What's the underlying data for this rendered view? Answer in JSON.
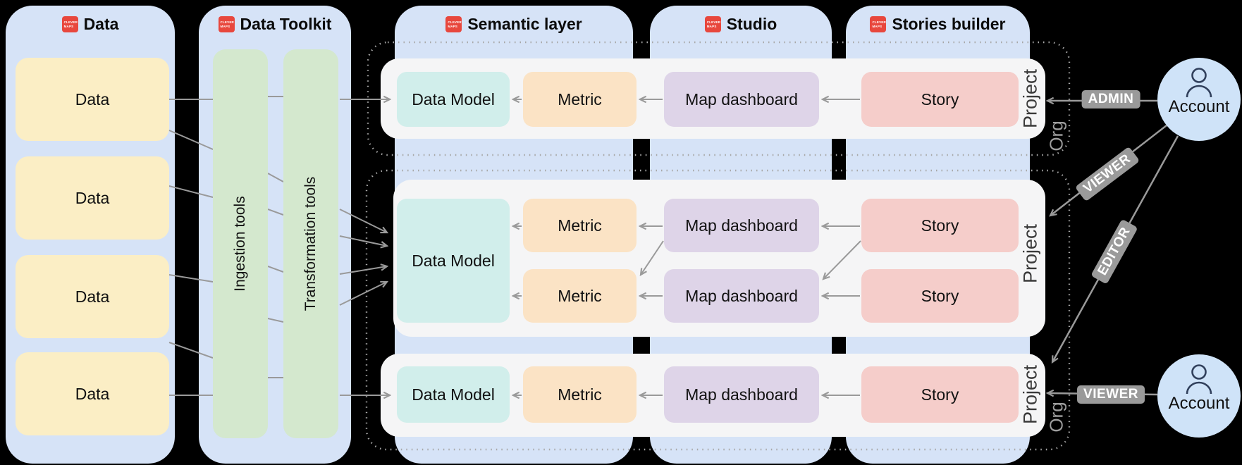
{
  "logo": {
    "line1": "CLEVER",
    "line2": "MAPS"
  },
  "headers": {
    "data": "Data",
    "toolkit": "Data Toolkit",
    "semantic": "Semantic layer",
    "studio": "Studio",
    "stories": "Stories builder"
  },
  "sources": [
    "Data",
    "Data",
    "Data",
    "Data"
  ],
  "toolkit_tools": {
    "ingestion": "Ingestion tools",
    "transformation": "Transformation tools"
  },
  "projects": [
    {
      "label": "Project",
      "data_model": "Data Model",
      "metrics": [
        "Metric"
      ],
      "dashboards": [
        "Map dashboard"
      ],
      "stories": [
        "Story"
      ]
    },
    {
      "label": "Project",
      "data_model": "Data Model",
      "metrics": [
        "Metric",
        "Metric"
      ],
      "dashboards": [
        "Map dashboard",
        "Map dashboard"
      ],
      "stories": [
        "Story",
        "Story"
      ]
    },
    {
      "label": "Project",
      "data_model": "Data Model",
      "metrics": [
        "Metric"
      ],
      "dashboards": [
        "Map dashboard"
      ],
      "stories": [
        "Story"
      ]
    }
  ],
  "orgs": [
    "Org",
    "Org"
  ],
  "accounts": [
    "Account",
    "Account"
  ],
  "roles": {
    "admin": "ADMIN",
    "viewer_middle": "VIEWER",
    "editor": "EDITOR",
    "viewer_bottom": "VIEWER"
  },
  "colors": {
    "column_blue": "#d6e3f7",
    "source_yellow": "#fbeec5",
    "tool_green": "#d4e8ce",
    "model_teal": "#d1eeeb",
    "metric_orange": "#fbe3c5",
    "dashboard_purple": "#ded4e8",
    "story_pink": "#f5cdca",
    "row_white": "#f5f5f6",
    "arrow_gray": "#9a9a9a",
    "badge_gray": "#9a9a9a",
    "logo_red": "#e8473d",
    "account_blue": "#cfe3f8"
  }
}
